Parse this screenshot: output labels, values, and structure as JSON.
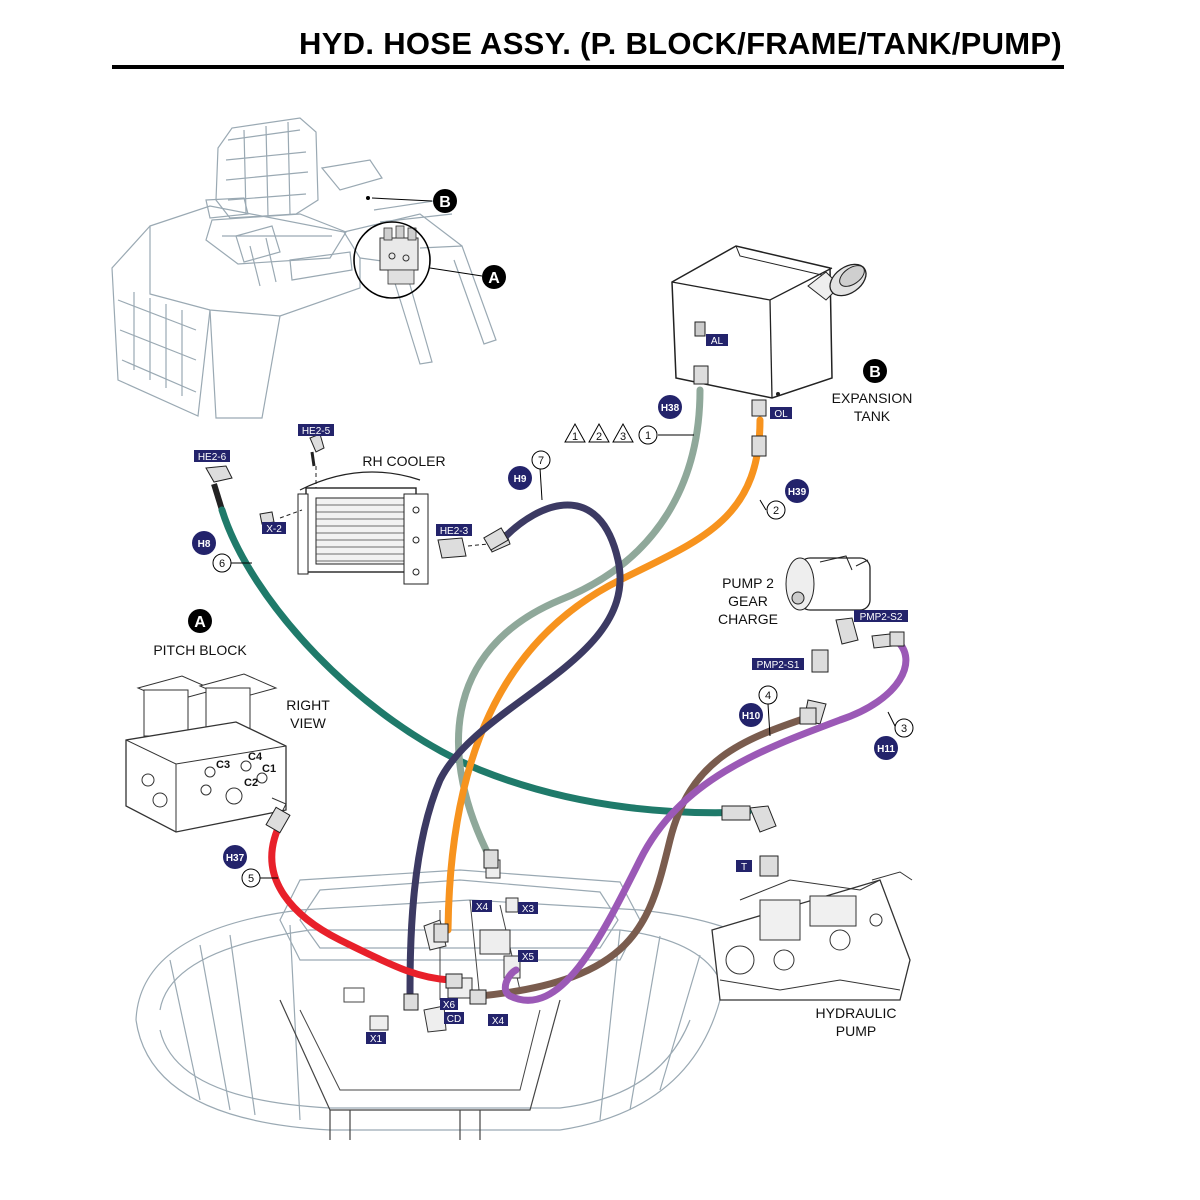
{
  "title": "HYD. HOSE ASSY. (P. BLOCK/FRAME/TANK/PUMP)",
  "callouts": {
    "A": "A",
    "B": "B"
  },
  "labels": {
    "rh_cooler": "RH COOLER",
    "expansion_tank_1": "EXPANSION",
    "expansion_tank_2": "TANK",
    "pitch_block": "PITCH BLOCK",
    "right_view_1": "RIGHT",
    "right_view_2": "VIEW",
    "pump2_1": "PUMP 2",
    "pump2_2": "GEAR",
    "pump2_3": "CHARGE",
    "hyd_pump_1": "HYDRAULIC",
    "hyd_pump_2": "PUMP",
    "c1": "C1",
    "c2": "C2",
    "c3": "C3",
    "c4": "C4"
  },
  "port_tags": {
    "al": "AL",
    "ol": "OL",
    "he2_5": "HE2-5",
    "he2_6": "HE2-6",
    "x_2": "X-2",
    "he2_3": "HE2-3",
    "pmp2_s2": "PMP2-S2",
    "pmp2_s1": "PMP2-S1",
    "t": "T",
    "x4_top": "X4",
    "x3": "X3",
    "x5": "X5",
    "x6": "X6",
    "cd": "CD",
    "x4_bottom": "X4",
    "x1": "X1"
  },
  "hoses": [
    {
      "id": "H38",
      "item": "1",
      "color": "#8fa89a"
    },
    {
      "id": "H39",
      "item": "2",
      "color": "#f7931e"
    },
    {
      "id": "H11",
      "item": "3",
      "color": "#9b59b6"
    },
    {
      "id": "H10",
      "item": "4",
      "color": "#7a5c4e"
    },
    {
      "id": "H37",
      "item": "5",
      "color": "#e8202a"
    },
    {
      "id": "H8",
      "item": "6",
      "color": "#1f7a6a"
    },
    {
      "id": "H9",
      "item": "7",
      "color": "#3c3a63"
    }
  ],
  "warnings": [
    "1",
    "2",
    "3"
  ],
  "colors": {
    "tag_bg": "#23236b",
    "circle_bg": "#23236b",
    "outline": "#9aa9b3"
  }
}
